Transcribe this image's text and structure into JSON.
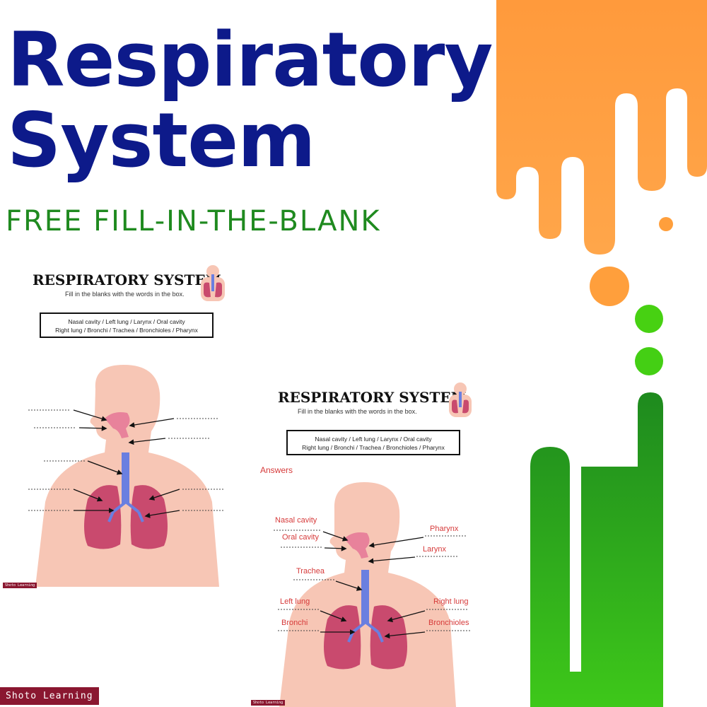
{
  "header": {
    "title_line1": "Respiratory",
    "title_line2": "System",
    "subtitle": "FREE FILL-IN-THE-BLANK"
  },
  "worksheet_blank": {
    "title": "RESPIRATORY SYSTEM",
    "instructions": "Fill in the blanks with the words in the box.",
    "word_box_line1": "Nasal cavity  /  Left lung  /  Larynx  /  Oral cavity",
    "word_box_line2": "Right lung  /  Bronchi  /  Trachea  /  Bronchioles  /  Pharynx",
    "brand": "Shoto Learning"
  },
  "worksheet_answers": {
    "title": "RESPIRATORY SYSTEM",
    "instructions": "Fill in the blanks with the words in the box.",
    "word_box_line1": "Nasal cavity  /  Left lung  /  Larynx  /  Oral cavity",
    "word_box_line2": "Right lung  /  Bronchi  /  Trachea  /  Bronchioles  /  Pharynx",
    "answers_heading": "Answers",
    "labels": {
      "nasal_cavity": "Nasal cavity",
      "oral_cavity": "Oral cavity",
      "pharynx": "Pharynx",
      "larynx": "Larynx",
      "trachea": "Trachea",
      "left_lung": "Left lung",
      "right_lung": "Right lung",
      "bronchi": "Bronchi",
      "bronchioles": "Bronchioles"
    },
    "brand": "Shoto Learning"
  },
  "footer": {
    "brand": "Shoto Learning"
  },
  "colors": {
    "title_blue": "#0d1a8a",
    "subtitle_green": "#1f8a1f",
    "orange": "#ff9f3c",
    "green": "#2aa02a",
    "answer_red": "#d63a3a",
    "brand_maroon": "#8a1730",
    "skin": "#f7c6b5",
    "lung": "#c94a6e",
    "trachea": "#6a7fe0"
  }
}
